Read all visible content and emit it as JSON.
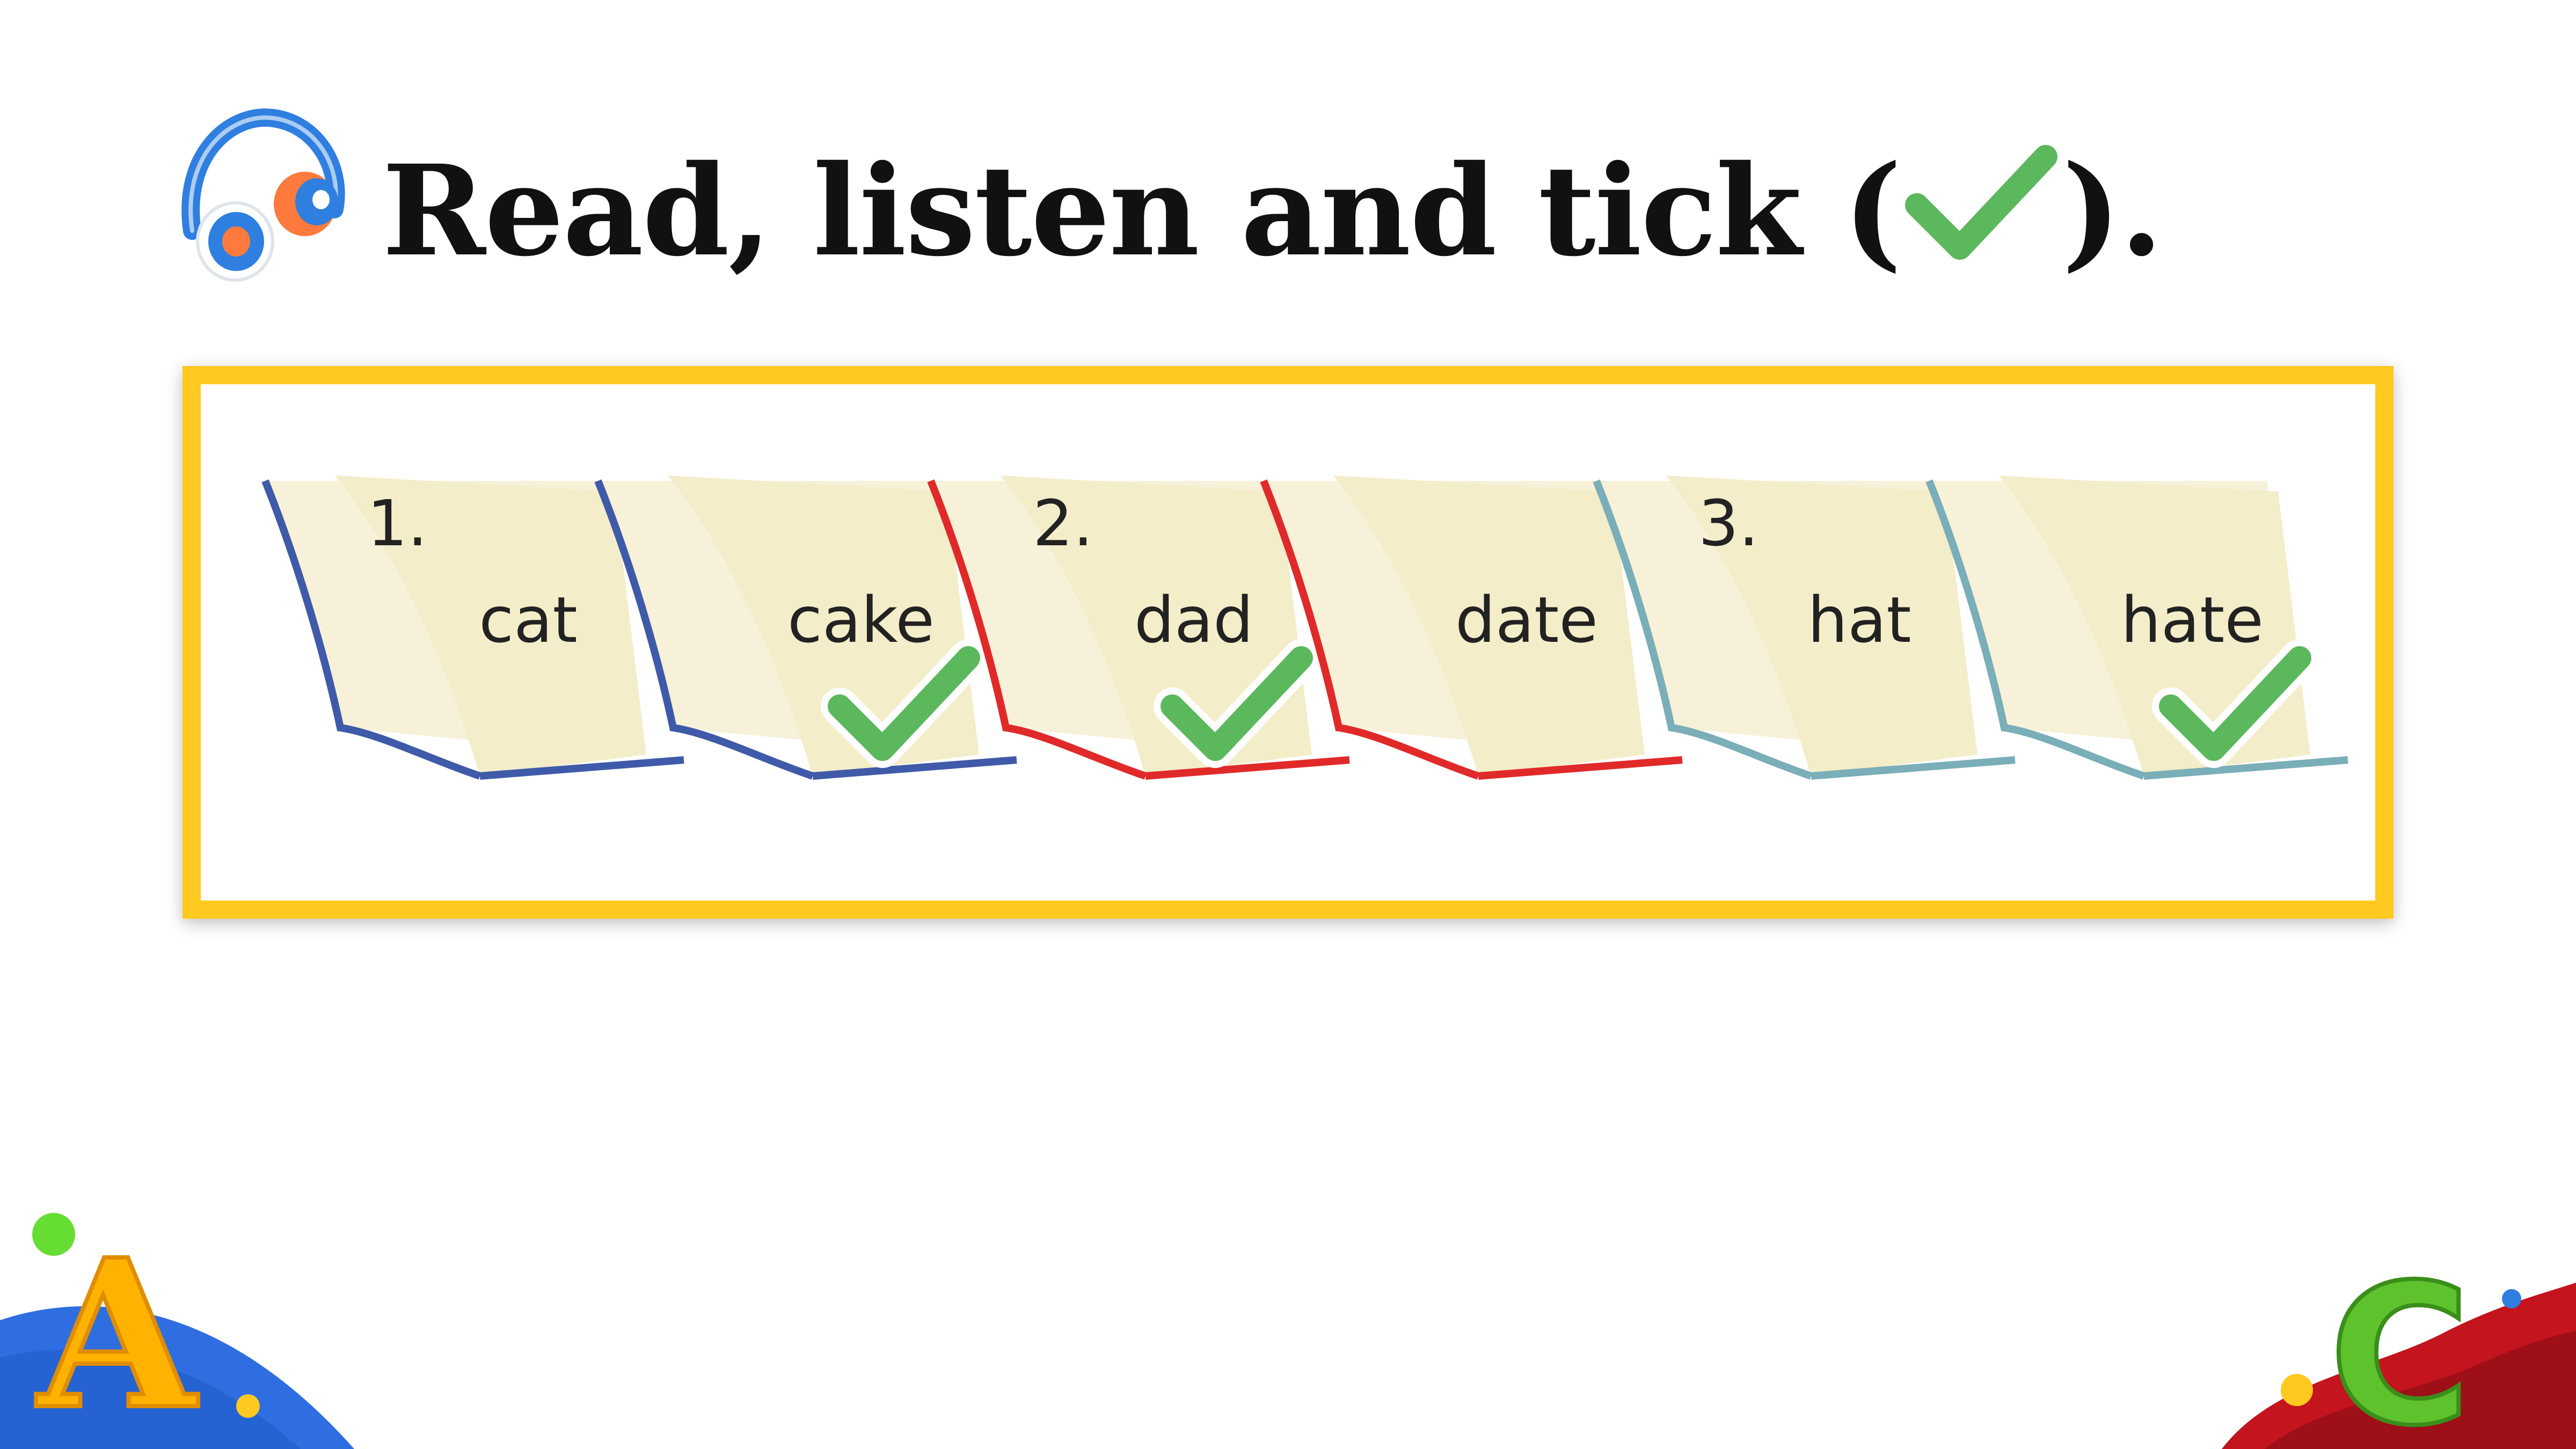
{
  "title": {
    "text_before": "Read, listen and tick (",
    "text_after": ")."
  },
  "icons": {
    "header": "headphones-icon",
    "tick": "check-icon"
  },
  "colors": {
    "frame": "#ffc91f",
    "tick": "#5cb85c",
    "book_blue": "#3f5aa8",
    "book_red": "#e02a2a",
    "book_teal": "#7aaeb8",
    "page": "#f6f1d8"
  },
  "items": [
    {
      "number": "1.",
      "words": [
        {
          "text": "cat",
          "ticked": false
        },
        {
          "text": "cake",
          "ticked": true
        }
      ]
    },
    {
      "number": "2.",
      "words": [
        {
          "text": "dad",
          "ticked": true
        },
        {
          "text": "date",
          "ticked": false
        }
      ]
    },
    {
      "number": "3.",
      "words": [
        {
          "text": "hat",
          "ticked": false
        },
        {
          "text": "hate",
          "ticked": true
        }
      ]
    }
  ],
  "decorations": {
    "left_letter": "A",
    "right_letter": "C"
  }
}
